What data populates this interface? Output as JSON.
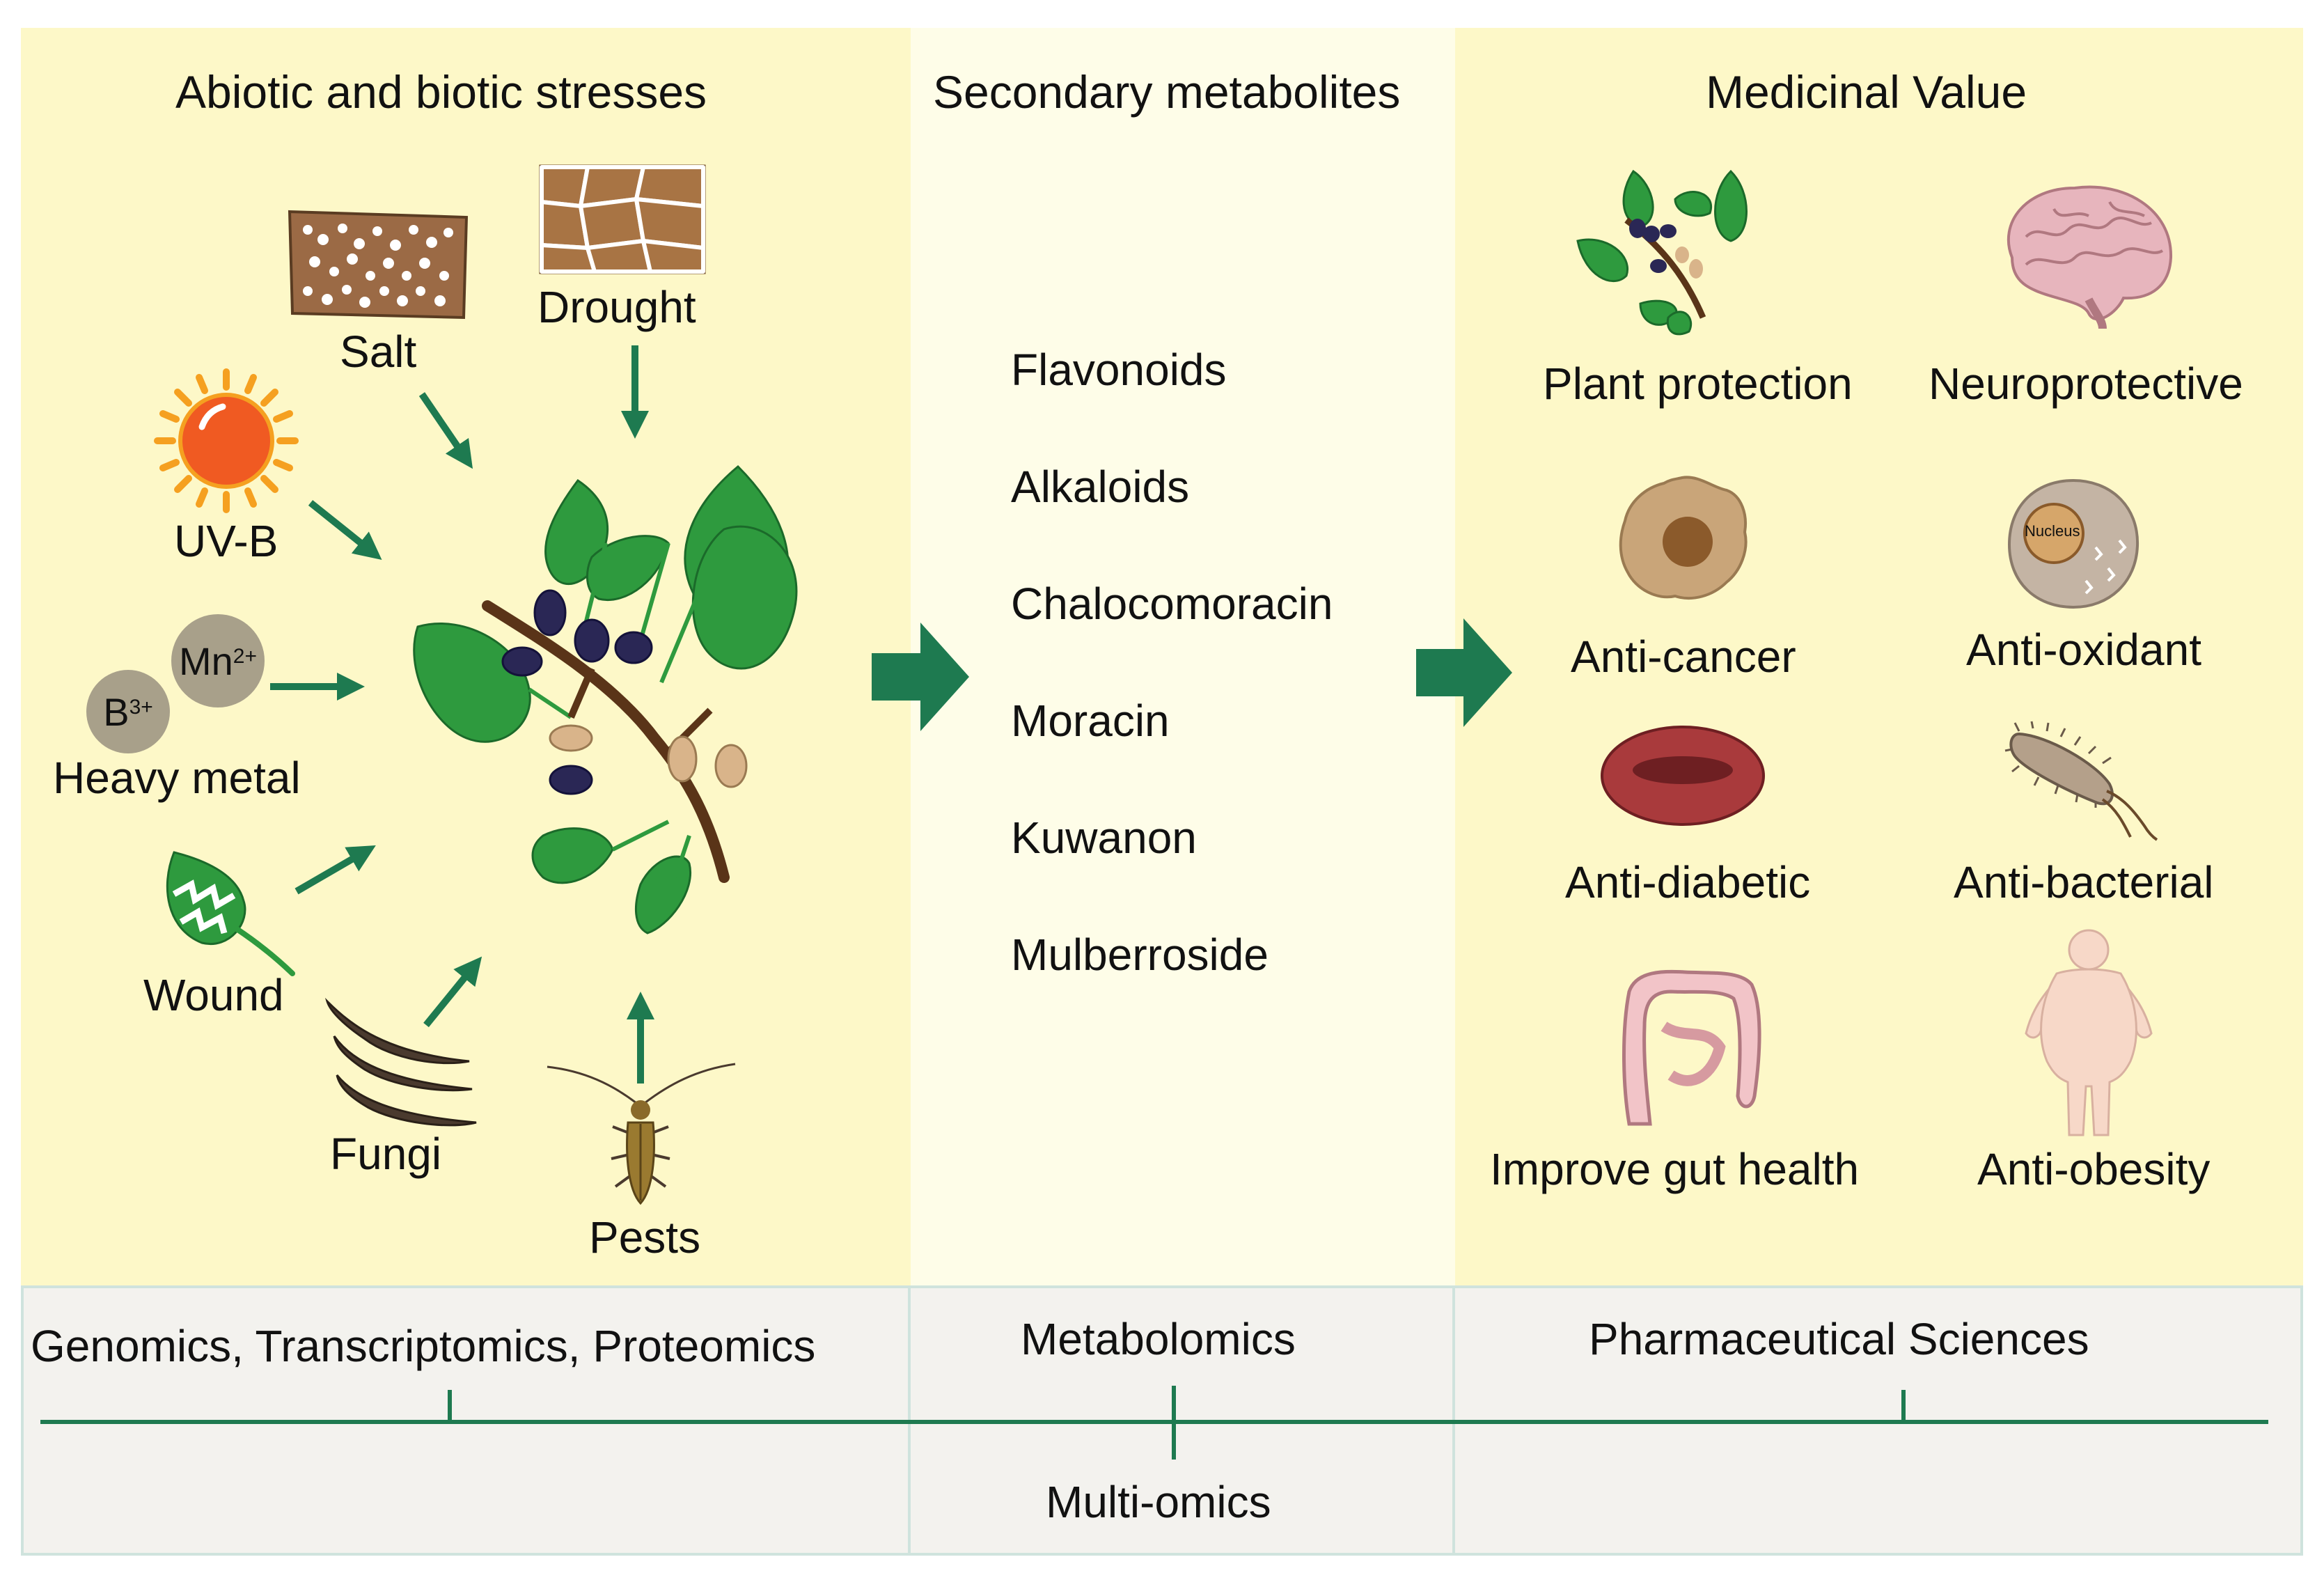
{
  "headers": {
    "stresses": "Abiotic and biotic stresses",
    "metabolites": "Secondary metabolites",
    "medicinal": "Medicinal Value"
  },
  "stresses": {
    "salt": "Salt",
    "drought": "Drought",
    "uvb": "UV-B",
    "mn_base": "Mn",
    "mn_charge": "2+",
    "b_base": "B",
    "b_charge": "3+",
    "heavy_metal": "Heavy metal",
    "wound": "Wound",
    "fungi": "Fungi",
    "pests": "Pests"
  },
  "metabolites": [
    "Flavonoids",
    "Alkaloids",
    "Chalocomoracin",
    "Moracin",
    "Kuwanon",
    "Mulberroside"
  ],
  "medicinal": {
    "plant_protection": "Plant protection",
    "neuroprotective": "Neuroprotective",
    "anti_cancer": "Anti-cancer",
    "anti_oxidant": "Anti-oxidant",
    "nucleus": "Nucleus",
    "anti_diabetic": "Anti-diabetic",
    "anti_bacterial": "Anti-bacterial",
    "gut_health": "Improve gut health",
    "anti_obesity": "Anti-obesity"
  },
  "omics": {
    "genomics": "Genomics, Transcriptomics, Proteomics",
    "metabolomics": "Metabolomics",
    "pharma": "Pharmaceutical Sciences",
    "multi": "Multi-omics"
  },
  "colors": {
    "panel_left": "#fdf8c8",
    "panel_mid": "#fefde8",
    "panel_right": "#fdf8c8",
    "bottom_band": "#f3f2ee",
    "arrow_green": "#1e7a50",
    "leaf_green": "#2e9a3e",
    "berry": "#2a2755"
  }
}
